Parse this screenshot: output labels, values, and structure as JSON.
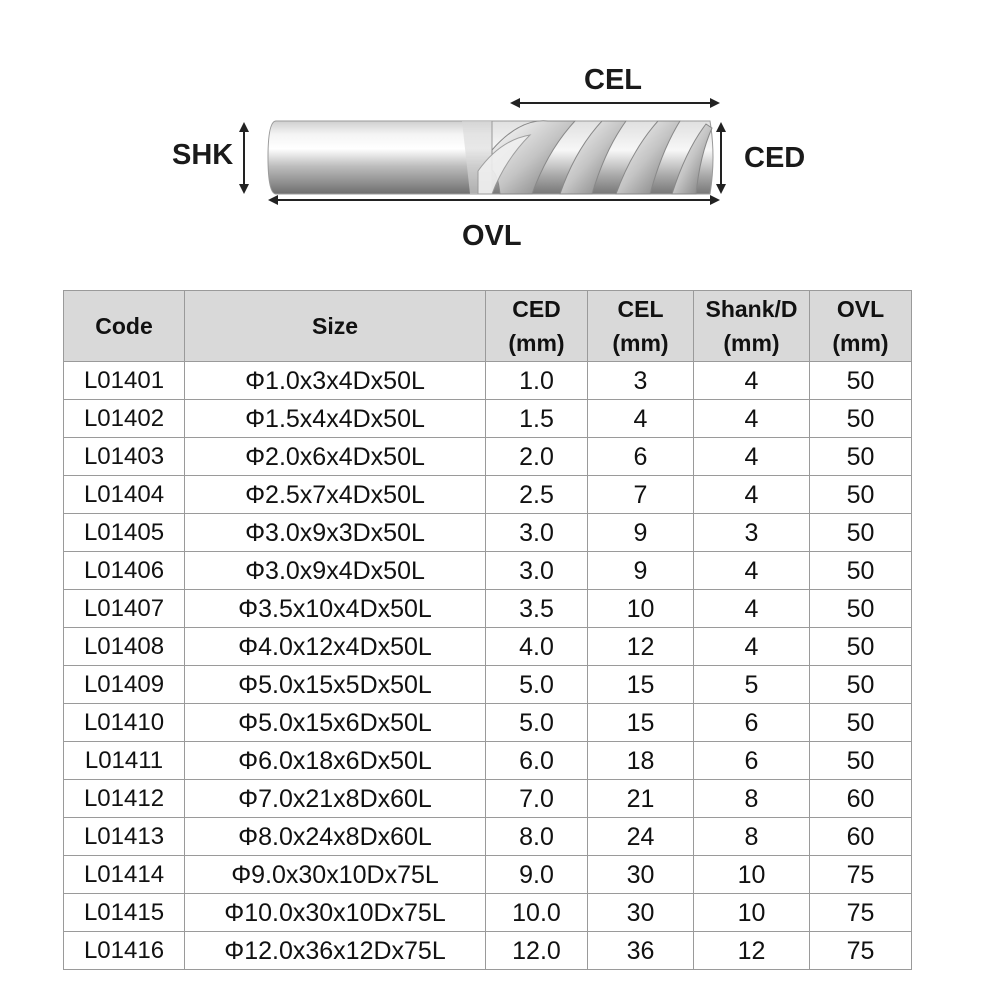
{
  "diagram": {
    "labels": {
      "cel": "CEL",
      "shk": "SHK",
      "ced": "CED",
      "ovl": "OVL"
    }
  },
  "table": {
    "headers": [
      {
        "line1": "Code",
        "line2": ""
      },
      {
        "line1": "Size",
        "line2": ""
      },
      {
        "line1": "CED",
        "line2": "(mm)"
      },
      {
        "line1": "CEL",
        "line2": "(mm)"
      },
      {
        "line1": "Shank/D",
        "line2": "(mm)"
      },
      {
        "line1": "OVL",
        "line2": "(mm)"
      }
    ],
    "rows": [
      [
        "L01401",
        "Φ1.0x3x4Dx50L",
        "1.0",
        "3",
        "4",
        "50"
      ],
      [
        "L01402",
        "Φ1.5x4x4Dx50L",
        "1.5",
        "4",
        "4",
        "50"
      ],
      [
        "L01403",
        "Φ2.0x6x4Dx50L",
        "2.0",
        "6",
        "4",
        "50"
      ],
      [
        "L01404",
        "Φ2.5x7x4Dx50L",
        "2.5",
        "7",
        "4",
        "50"
      ],
      [
        "L01405",
        "Φ3.0x9x3Dx50L",
        "3.0",
        "9",
        "3",
        "50"
      ],
      [
        "L01406",
        "Φ3.0x9x4Dx50L",
        "3.0",
        "9",
        "4",
        "50"
      ],
      [
        "L01407",
        "Φ3.5x10x4Dx50L",
        "3.5",
        "10",
        "4",
        "50"
      ],
      [
        "L01408",
        "Φ4.0x12x4Dx50L",
        "4.0",
        "12",
        "4",
        "50"
      ],
      [
        "L01409",
        "Φ5.0x15x5Dx50L",
        "5.0",
        "15",
        "5",
        "50"
      ],
      [
        "L01410",
        "Φ5.0x15x6Dx50L",
        "5.0",
        "15",
        "6",
        "50"
      ],
      [
        "L01411",
        "Φ6.0x18x6Dx50L",
        "6.0",
        "18",
        "6",
        "50"
      ],
      [
        "L01412",
        "Φ7.0x21x8Dx60L",
        "7.0",
        "21",
        "8",
        "60"
      ],
      [
        "L01413",
        "Φ8.0x24x8Dx60L",
        "8.0",
        "24",
        "8",
        "60"
      ],
      [
        "L01414",
        "Φ9.0x30x10Dx75L",
        "9.0",
        "30",
        "10",
        "75"
      ],
      [
        "L01415",
        "Φ10.0x30x10Dx75L",
        "10.0",
        "30",
        "10",
        "75"
      ],
      [
        "L01416",
        "Φ12.0x36x12Dx75L",
        "12.0",
        "36",
        "12",
        "75"
      ]
    ]
  }
}
